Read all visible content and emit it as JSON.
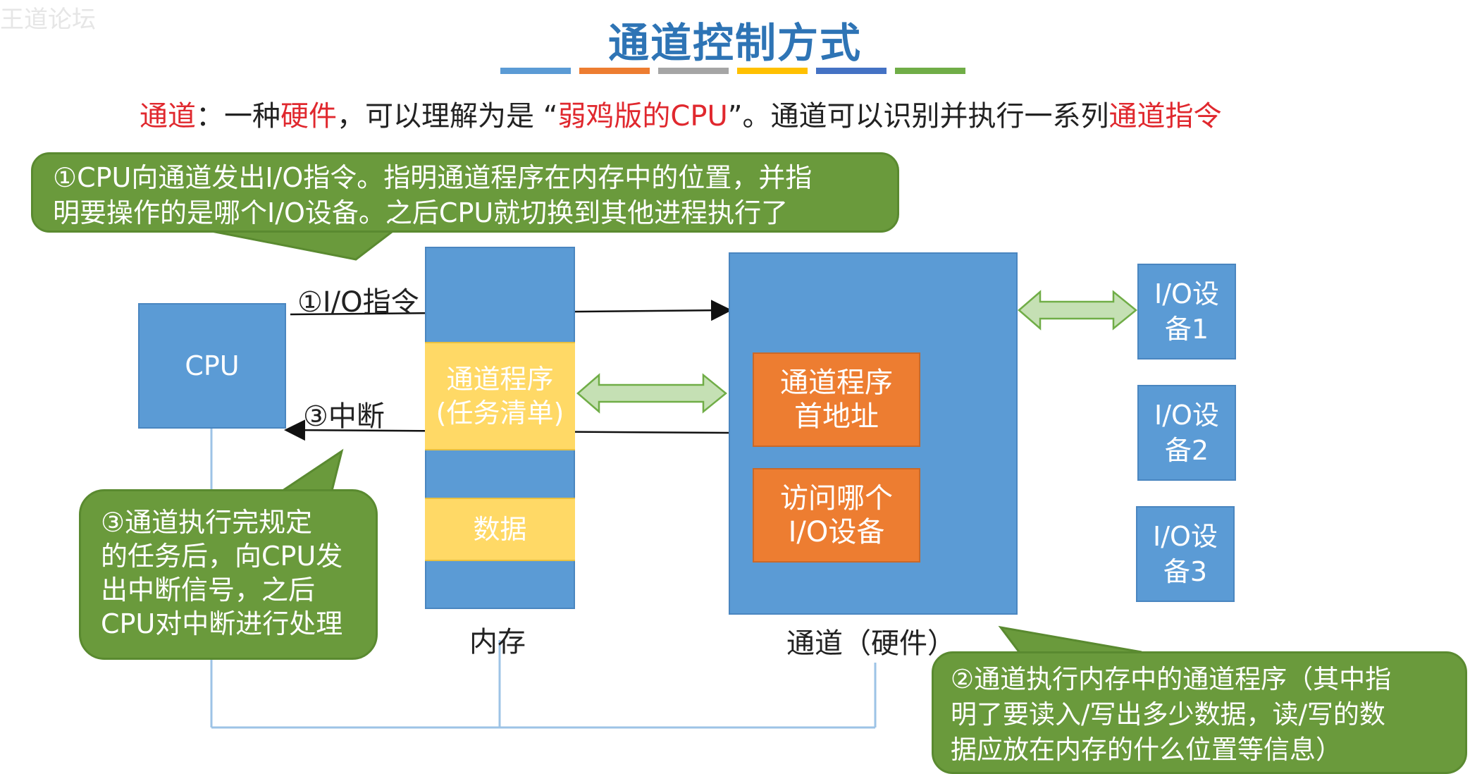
{
  "watermark": "王道论坛",
  "title": "通道控制方式",
  "stripe_colors": [
    "#5b9bd5",
    "#ed7d31",
    "#a5a5a5",
    "#ffc000",
    "#4472c4",
    "#70ad47"
  ],
  "intro": {
    "part1": "通道",
    "part2": "：一种",
    "part3": "硬件",
    "part4": "，可以理解为是 “",
    "part5": "弱鸡版的CPU",
    "part6": "”。通道可以识别并执行一系列",
    "part7": "通道指令"
  },
  "bubbles": {
    "top_line1": "①CPU向通道发出I/O指令。指明通道程序在内存中的位置，并指",
    "top_line2": "明要操作的是哪个I/O设备。之后CPU就切换到其他进程执行了",
    "left_line1": "③通道执行完规定",
    "left_line2": "的任务后，向CPU发",
    "left_line3": "出中断信号，之后",
    "left_line4": "CPU对中断进行处理",
    "right_line1": "②通道执行内存中的通道程序（其中指",
    "right_line2": "明了要读入/写出多少数据，读/写的数",
    "right_line3": "据应放在内存的什么位置等信息）"
  },
  "cpu": {
    "label": "CPU"
  },
  "memory": {
    "program_line1": "通道程序",
    "program_line2": "(任务清单)",
    "data": "数据",
    "caption": "内存"
  },
  "channel": {
    "addr_line1": "通道程序",
    "addr_line2": "首地址",
    "dev_line1": "访问哪个",
    "dev_line2": "I/O设备",
    "caption": "通道（硬件）"
  },
  "arrows": {
    "io_instruction": "①I/O指令",
    "interrupt": "③中断"
  },
  "devices": [
    {
      "line1": "I/O设",
      "line2": "备1"
    },
    {
      "line1": "I/O设",
      "line2": "备2"
    },
    {
      "line1": "I/O设",
      "line2": "备3"
    }
  ]
}
